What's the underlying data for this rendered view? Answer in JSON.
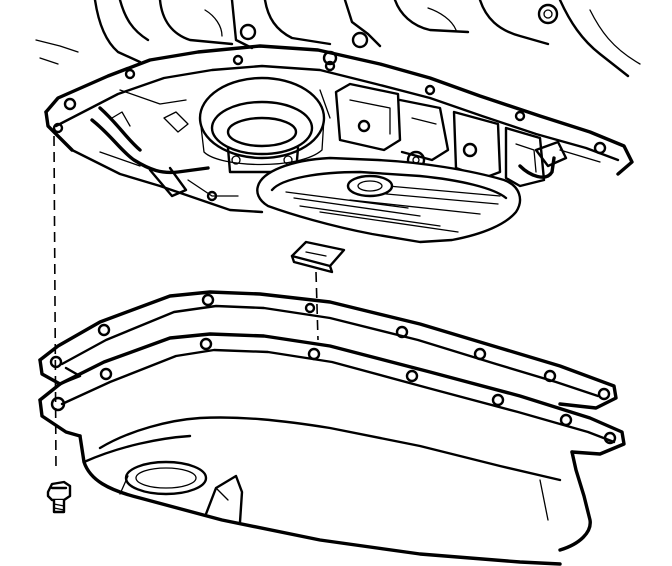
{
  "diagram": {
    "labels": [],
    "colors": {
      "ink": "#000000",
      "paper": "#ffffff"
    },
    "parts": [
      {
        "id": "transmission-case",
        "icon": "transmission-case-drawing"
      },
      {
        "id": "oil-filter",
        "icon": "oil-filter-drawing"
      },
      {
        "id": "filter-seal",
        "icon": "filter-seal-drawing"
      },
      {
        "id": "pan-gasket",
        "icon": "gasket-drawing"
      },
      {
        "id": "oil-pan",
        "icon": "oil-pan-drawing"
      },
      {
        "id": "pan-bolt",
        "icon": "bolt-drawing"
      }
    ]
  }
}
